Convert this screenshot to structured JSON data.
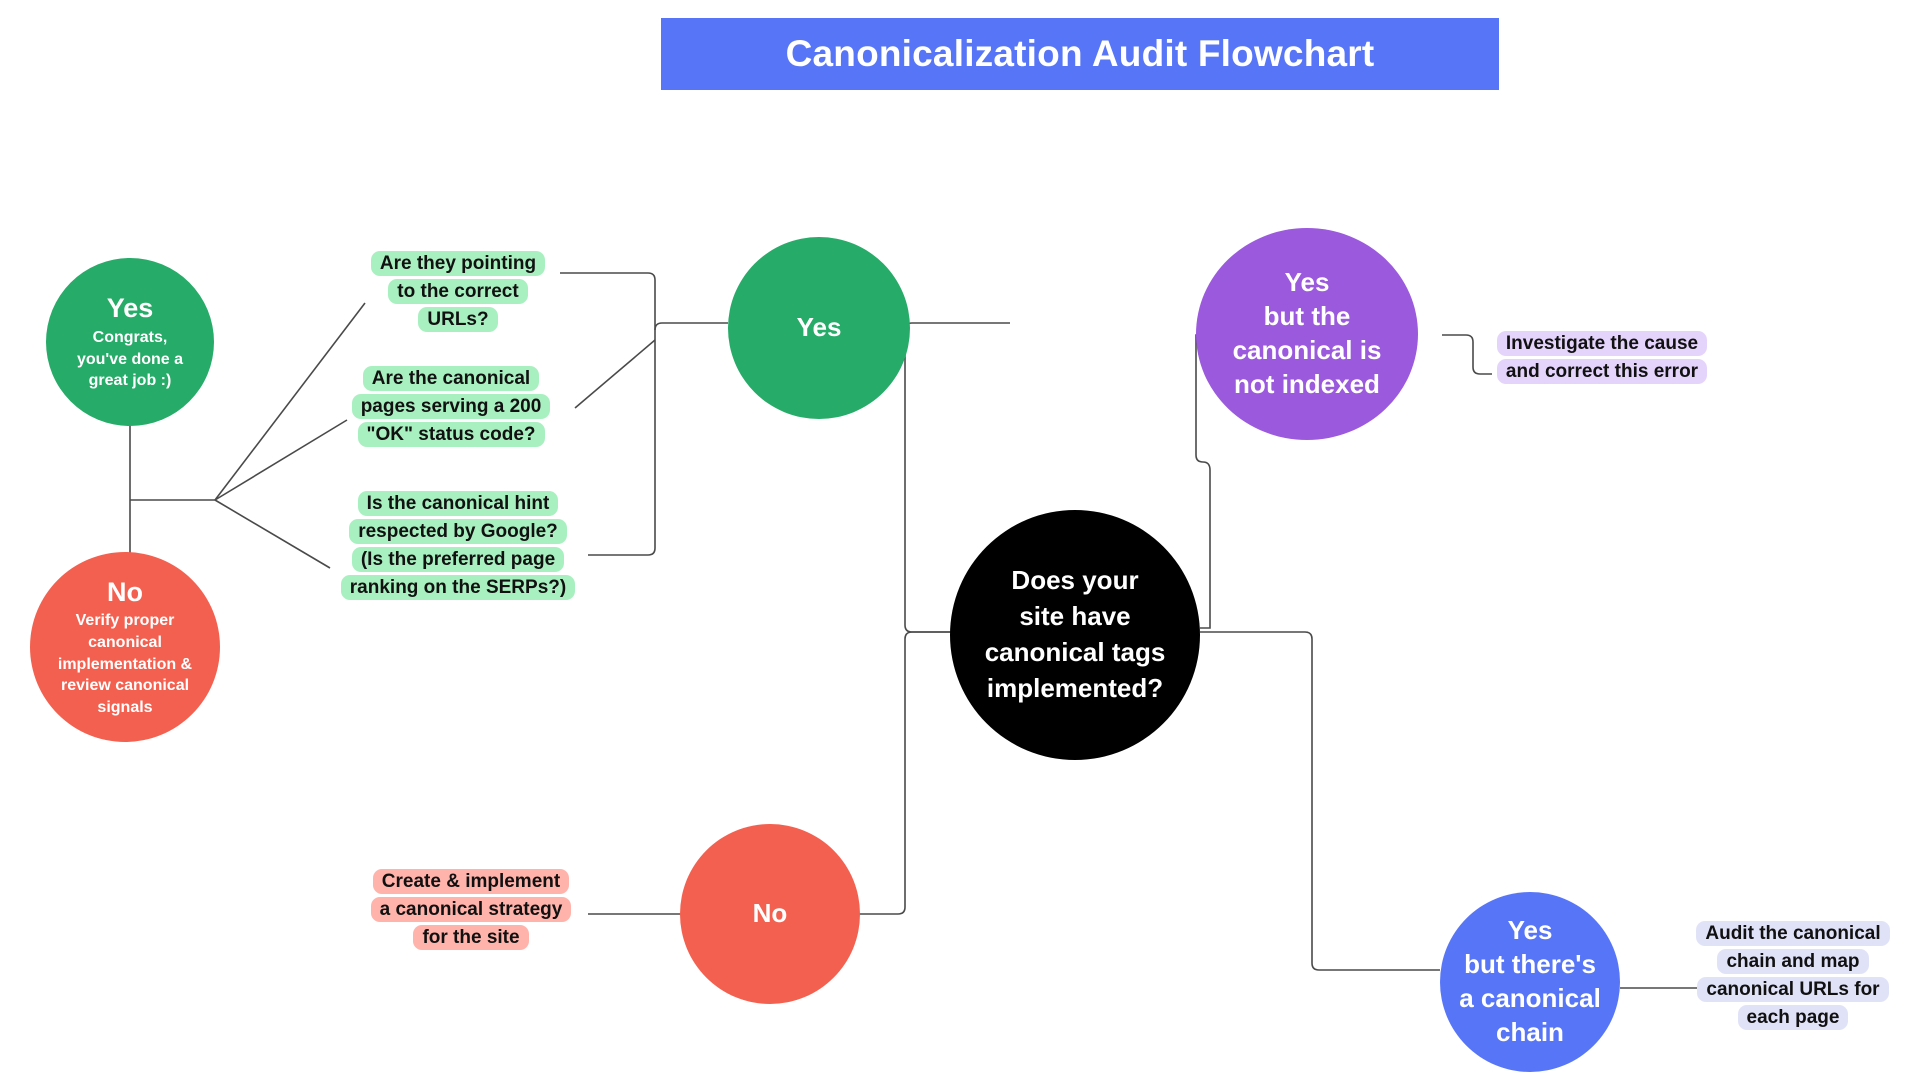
{
  "title": {
    "text": "Canonicalization Audit Flowchart",
    "banner_color": "#5775f7",
    "text_color": "#ffffff"
  },
  "palette": {
    "green_circle": "#27ab68",
    "red_circle": "#f4604f",
    "black_circle": "#000000",
    "purple_circle": "#9b59dd",
    "blue_circle": "#5775f7",
    "green_highlight": "#a9f0c1",
    "pink_highlight": "#ffb3ab",
    "purple_highlight": "#e4d4fb",
    "lavender_highlight": "#e0e2f8",
    "connector": "#4a4a4a",
    "background": "#ffffff"
  },
  "nodes": {
    "root_question": {
      "line1": "Does your",
      "line2": "site have",
      "line3": "canonical tags",
      "line4": "implemented?"
    },
    "yes_branch": {
      "label": "Yes"
    },
    "no_branch": {
      "label": "No"
    },
    "yes_not_indexed": {
      "line1": "Yes",
      "line2": "but the",
      "line3": "canonical is",
      "line4": "not indexed"
    },
    "yes_canonical_chain": {
      "line1": "Yes",
      "line2": "but there's",
      "line3": "a canonical",
      "line4": "chain"
    },
    "final_yes": {
      "head": "Yes",
      "sub_line1": "Congrats,",
      "sub_line2": "you've done a",
      "sub_line3": "great job :)"
    },
    "final_no": {
      "head": "No",
      "sub_line1": "Verify proper",
      "sub_line2": "canonical",
      "sub_line3": "implementation &",
      "sub_line4": "review canonical",
      "sub_line5": "signals"
    }
  },
  "labels": {
    "check_urls": {
      "line1": "Are they pointing",
      "line2": "to the correct",
      "line3": "URLs?"
    },
    "check_status": {
      "line1": "Are the canonical",
      "line2": "pages serving a 200",
      "line3": "\"OK\" status code?"
    },
    "check_respected": {
      "line1": "Is the canonical hint",
      "line2": "respected by Google?",
      "line3": "(Is the preferred page",
      "line4": "ranking on the SERPs?)"
    },
    "create_strategy": {
      "line1": "Create & implement",
      "line2": "a canonical strategy",
      "line3": "for the site"
    },
    "investigate_cause": {
      "line1": "Investigate the cause",
      "line2": "and correct this error"
    },
    "audit_chain": {
      "line1": "Audit the canonical",
      "line2": "chain and map",
      "line3": "canonical URLs for",
      "line4": "each page"
    }
  }
}
